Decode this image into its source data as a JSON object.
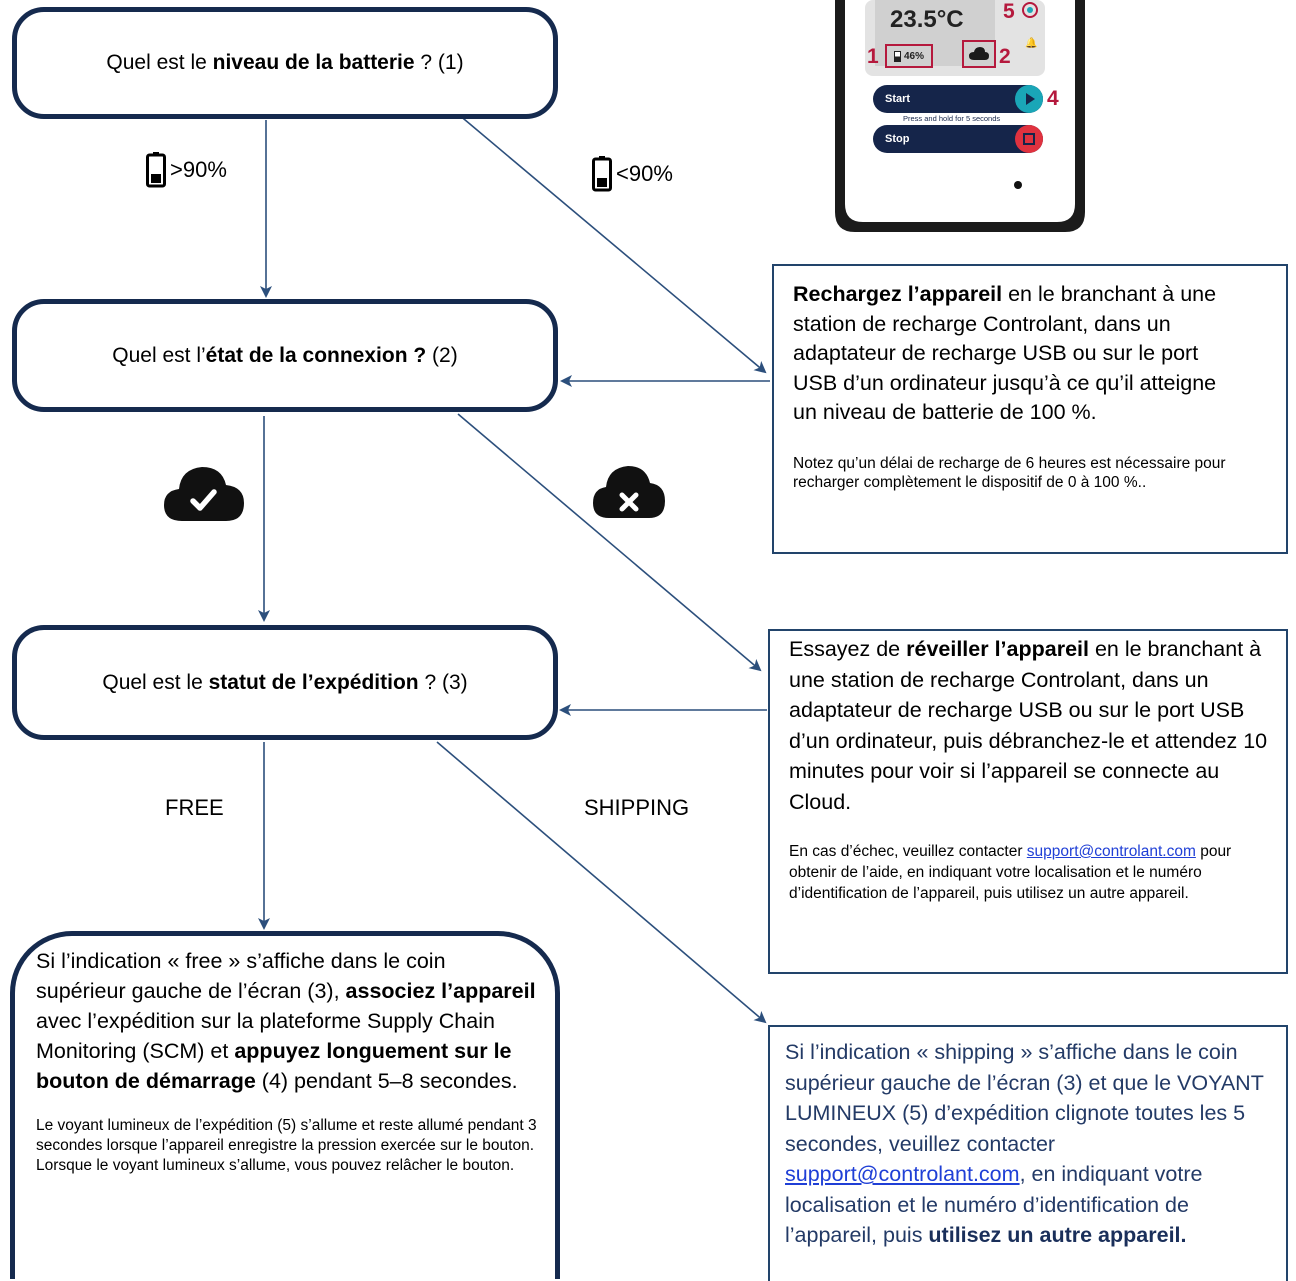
{
  "phone": {
    "temperature": "23.5°C",
    "battery_pct": "46%",
    "start_label": "Start",
    "hint": "Press and hold for 5 seconds",
    "stop_label": "Stop",
    "markers": [
      "1",
      "2",
      "4",
      "5"
    ]
  },
  "q1": {
    "pre": "Quel est le ",
    "bold": "niveau de la batterie",
    "post": " ? (1)"
  },
  "q2": {
    "pre": "Quel est l’",
    "bold": "état de la connexion ?",
    "post": " (2)"
  },
  "q3": {
    "pre": "Quel est le ",
    "bold": "statut de l’expédition",
    "post": " ? (3)"
  },
  "labels": {
    "battery_high": ">90%",
    "battery_low": "<90%",
    "free": "FREE",
    "shipping": "SHIPPING"
  },
  "recharge": {
    "bold": "Rechargez l’appareil",
    "text": " en le branchant à une station de recharge Controlant, dans un adaptateur de recharge USB ou sur le port USB d’un ordinateur jusqu’à ce qu’il atteigne un niveau de batterie de 100 %.",
    "note": "Notez qu’un délai de recharge de 6 heures est nécessaire pour recharger complètement le dispositif de 0 à 100 %.."
  },
  "wake": {
    "pre": "Essayez de ",
    "bold": "réveiller l’appareil",
    "text": " en le branchant à une station de recharge Controlant, dans un adaptateur de recharge USB ou sur le port USB d’un ordinateur, puis débranchez-le et attendez 10 minutes pour voir si l’appareil se connecte au Cloud.",
    "note_pre": "En cas d’échec, veuillez contacter ",
    "email": "support@controlant.com",
    "note_post": " pour obtenir de l’aide, en indiquant votre localisation et le numéro d’identification de l’appareil, puis utilisez un autre appareil."
  },
  "free_box": {
    "t1": "Si l’indication « free » s’affiche dans le coin supérieur gauche de l’écran (3), ",
    "b1": "associez l’appareil",
    "t2": " avec l’expédition sur la plateforme Supply Chain Monitoring (SCM) et ",
    "b2": "appuyez longuement sur le bouton de démarrage",
    "t3": " (4) pendant 5–8 secondes.",
    "note": "Le voyant lumineux de l’expédition (5) s’allume et reste allumé pendant 3 secondes lorsque l’appareil enregistre la pression exercée sur le bouton. Lorsque le voyant lumineux s’allume, vous pouvez relâcher le bouton."
  },
  "ship_box": {
    "t1": "Si l’indication « shipping » s’affiche dans le coin supérieur gauche de l’écran (3) et que le VOYANT LUMINEUX (5) d’expédition clignote toutes les 5 secondes, veuillez contacter ",
    "email": "support@controlant.com",
    "t2": ", en indiquant votre localisation et le numéro d’identification de l’appareil, puis ",
    "b1": "utilisez un autre appareil."
  },
  "colors": {
    "navy": "#152a4e",
    "arrow": "#2c4f7c",
    "marker": "#b5193d",
    "link": "#1f3fd6",
    "start_play": "#1aa6b7",
    "stop_red": "#e0323f"
  }
}
